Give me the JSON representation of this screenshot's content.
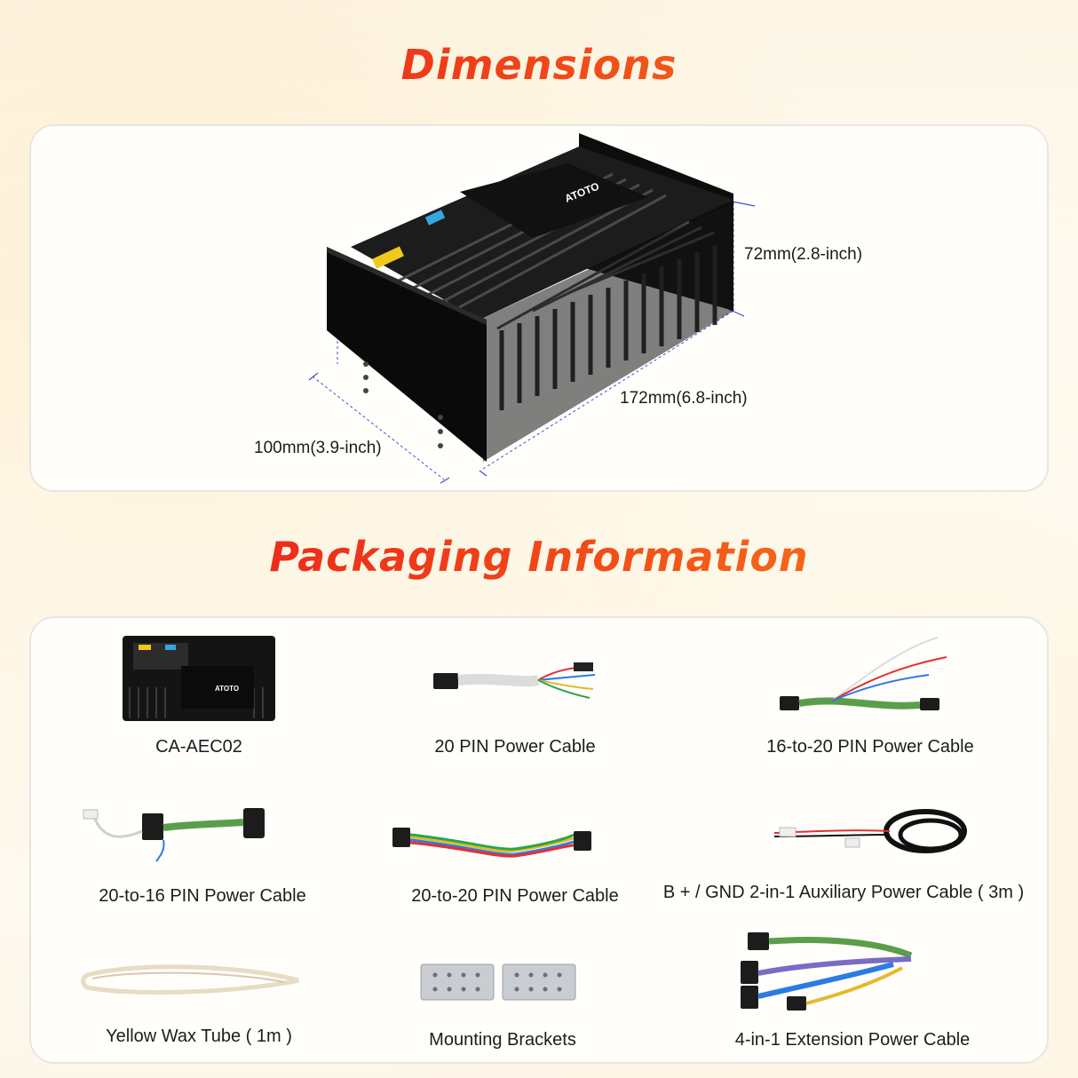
{
  "headings": {
    "dimensions": "Dimensions",
    "packaging": "Packaging Information"
  },
  "dimensions": {
    "height": "72mm(2.8-inch)",
    "length": "172mm(6.8-inch)",
    "width": "100mm(3.9-inch)",
    "brand_logo": "ATOTO"
  },
  "package_items": [
    {
      "label": "CA-AEC02",
      "icon": "amplifier-unit-icon"
    },
    {
      "label": "20 PIN Power Cable",
      "icon": "cable-harness-icon"
    },
    {
      "label": "16-to-20 PIN Power Cable",
      "icon": "cable-harness-icon"
    },
    {
      "label": "20-to-16 PIN Power Cable",
      "icon": "cable-harness-icon"
    },
    {
      "label": "20-to-20 PIN Power Cable",
      "icon": "cable-harness-icon"
    },
    {
      "label": "B + / GND 2-in-1 Auxiliary Power Cable ( 3m )",
      "icon": "coiled-cable-icon"
    },
    {
      "label": "Yellow Wax Tube ( 1m )",
      "icon": "wax-tube-icon"
    },
    {
      "label": "Mounting Brackets",
      "icon": "bracket-icon"
    },
    {
      "label": "4-in-1 Extension Power Cable",
      "icon": "cable-harness-icon"
    }
  ],
  "colors": {
    "heading_start": "#e8141f",
    "heading_end": "#f7861b",
    "dimension_line": "#3b4fd6",
    "device_body": "#141414"
  }
}
